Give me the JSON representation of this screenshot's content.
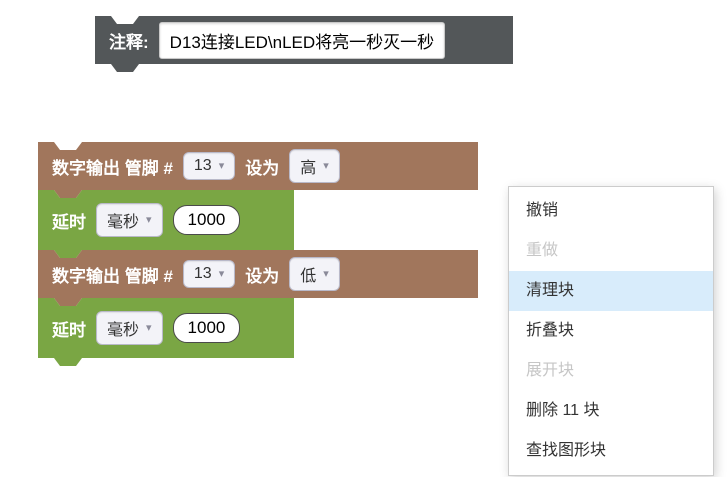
{
  "comment_block": {
    "label": "注释:",
    "text": "D13连接LED\\nLED将亮一秒灭一秒"
  },
  "blocks": [
    {
      "type": "digital_write",
      "label_pin": "数字输出 管脚 #",
      "pin": "13",
      "label_set": "设为",
      "value": "高"
    },
    {
      "type": "delay",
      "label": "延时",
      "unit": "毫秒",
      "duration": "1000"
    },
    {
      "type": "digital_write",
      "label_pin": "数字输出 管脚 #",
      "pin": "13",
      "label_set": "设为",
      "value": "低"
    },
    {
      "type": "delay",
      "label": "延时",
      "unit": "毫秒",
      "duration": "1000"
    }
  ],
  "context_menu": {
    "items": [
      {
        "label": "撤销",
        "state": "enabled"
      },
      {
        "label": "重做",
        "state": "disabled"
      },
      {
        "label": "清理块",
        "state": "highlighted"
      },
      {
        "label": "折叠块",
        "state": "enabled"
      },
      {
        "label": "展开块",
        "state": "disabled"
      },
      {
        "label": "删除 11 块",
        "state": "enabled"
      },
      {
        "label": "查找图形块",
        "state": "enabled"
      }
    ]
  },
  "colors": {
    "block-brown": "#a1765c",
    "block-green": "#7aa644",
    "block-gray": "#535759",
    "menu-highlight": "#d8ecfb"
  }
}
